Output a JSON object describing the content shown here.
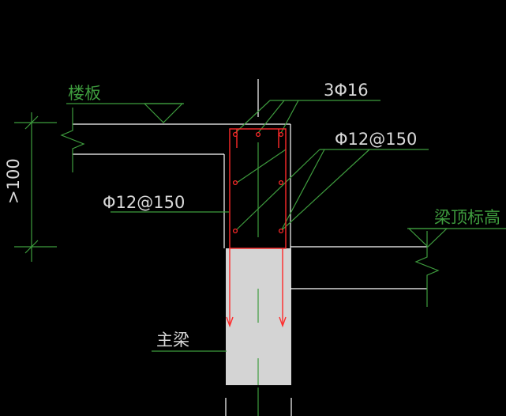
{
  "colors": {
    "background": "#000000",
    "white_lines": "#ffffff",
    "green_lines": "#3e9c3e",
    "red_rebar": "#ff2a2a",
    "beam_fill": "#d4d4d4",
    "label_text": "#d9d9d9"
  },
  "labels": {
    "floor_slab": "楼板",
    "top_rebar": "3Φ16",
    "stirrup_upper": "Φ12@150",
    "stirrup_left": "Φ12@150",
    "beam_top_elevation": "梁顶标高",
    "main_beam": "主梁",
    "dimension": ">100"
  }
}
